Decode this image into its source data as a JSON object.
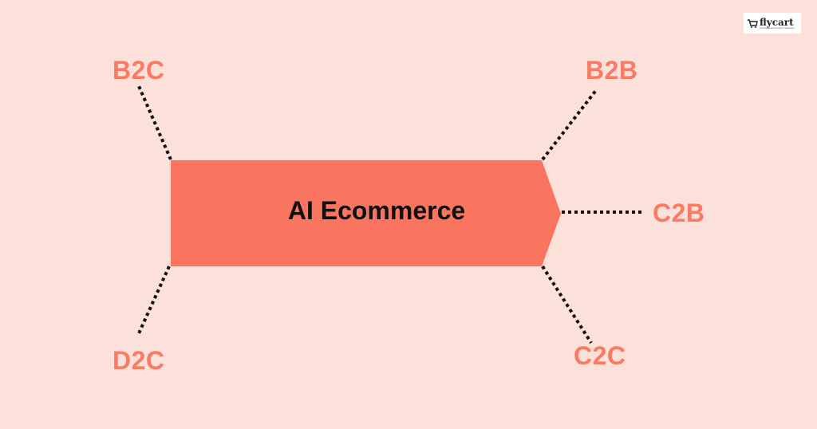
{
  "diagram": {
    "center_label": "AI Ecommerce",
    "nodes": [
      {
        "id": "b2c",
        "label": "B2C"
      },
      {
        "id": "b2b",
        "label": "B2B"
      },
      {
        "id": "c2b",
        "label": "C2B"
      },
      {
        "id": "d2c",
        "label": "D2C"
      },
      {
        "id": "c2c",
        "label": "C2C"
      }
    ],
    "colors": {
      "background": "#fce0da",
      "box": "#fa7560",
      "node_text": "#fa7a64",
      "connector": "#111111"
    }
  },
  "brand": {
    "logo_text": "flycart",
    "logo_tagline": "Innovative Ecommerce Solutions",
    "logo_icon": "cart-icon"
  }
}
